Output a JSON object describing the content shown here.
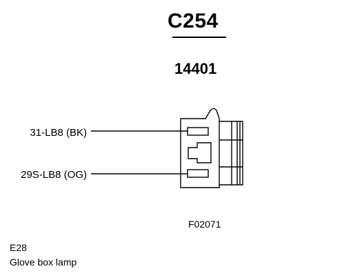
{
  "connector": {
    "id": "C254",
    "part_number": "14401"
  },
  "wires": [
    {
      "label": "31-LB8 (BK)"
    },
    {
      "label": "29S-LB8 (OG)"
    }
  ],
  "figure_code": "F02071",
  "component": {
    "code": "E28",
    "name": "Glove box lamp"
  },
  "colors": {
    "ink": "#000000",
    "background": "#ffffff"
  }
}
